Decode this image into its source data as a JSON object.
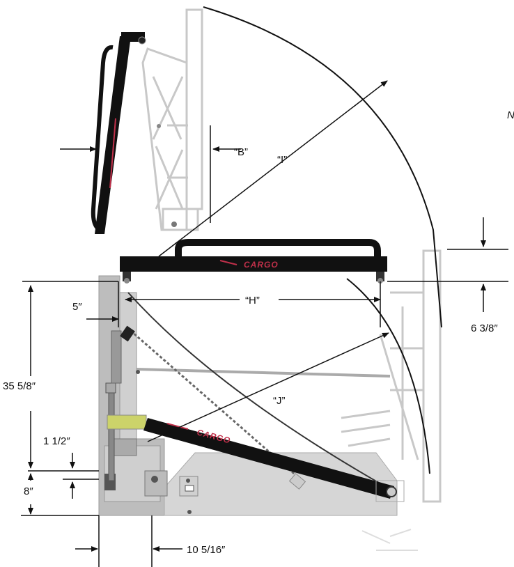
{
  "diagram": {
    "dimension_labels": {
      "b": "“B”",
      "i": "“I”",
      "h": "“H”",
      "j": "“J”",
      "five": "5″",
      "height_35_5_8": "35 5/8″",
      "one_and_half": "1 1/2″",
      "eight": "8″",
      "six_3_8": "6 3/8″",
      "ten_5_16": "10 5/16″",
      "partial_n": "N"
    },
    "brand_text": {
      "top_rail": "CARGO",
      "angled_arm": "CARGO"
    },
    "colors": {
      "arm": "#111111",
      "ghost": "#c8c8c8",
      "bracket": "#b9b9b9",
      "brand": "#c0304a",
      "line": "#111111"
    }
  }
}
